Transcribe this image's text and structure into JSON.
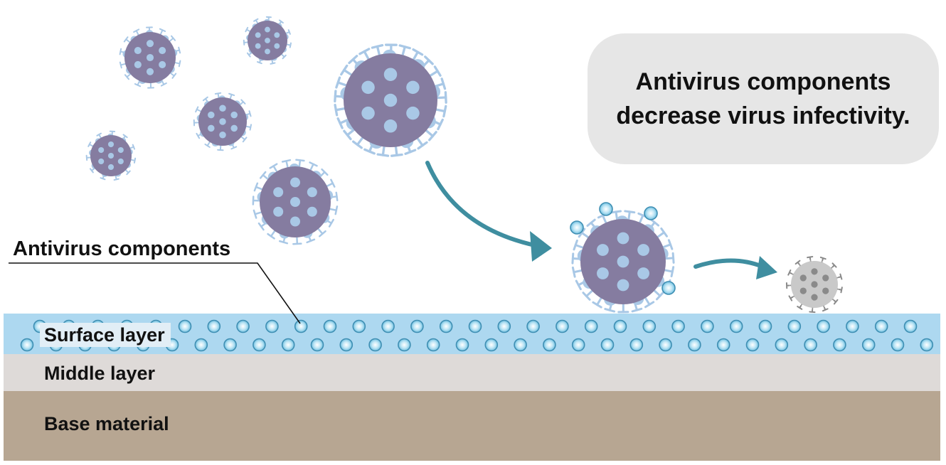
{
  "message": {
    "line1": "Antivirus components",
    "line2": "decrease virus infectivity."
  },
  "callout_label": "Antivirus components",
  "layers": {
    "surface": "Surface layer",
    "middle": "Middle layer",
    "base": "Base material"
  },
  "colors": {
    "virus_body": "#857ca0",
    "virus_dot": "#a9c8e6",
    "spike": "#a9c8e6",
    "inactive_body": "#c9c9c9",
    "inactive_dot": "#8a8a8a",
    "surface_layer": "#add8f0",
    "middle_layer": "#dedad8",
    "base_layer": "#b7a692",
    "antivirus_particle": "#8fd0ea",
    "arrow": "#3f8ea0",
    "bubble": "#e6e6e6"
  },
  "icons": {
    "virus": "virus-icon",
    "inactivated_virus": "inactivated-virus-icon",
    "antivirus_particle": "antivirus-particle-icon",
    "arrow": "arrow-icon"
  }
}
